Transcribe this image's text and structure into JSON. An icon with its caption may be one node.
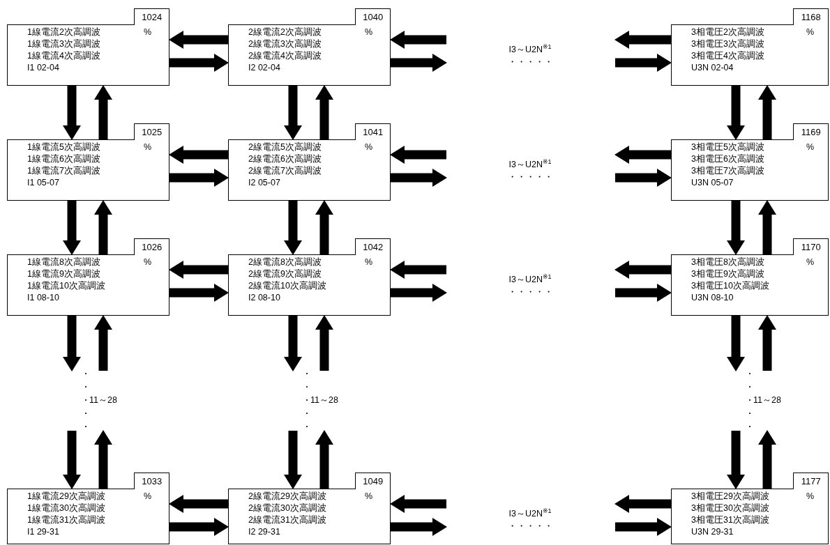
{
  "diagram": {
    "nodes": [
      {
        "text": [
          "1024",
          "1線電流2次高調波",
          "%",
          "1線電流3次高調波",
          "1線電流4次高調波",
          "I1 02-04"
        ]
      },
      {
        "text": [
          "1040",
          "2線電流2次高調波",
          "%",
          "2線電流3次高調波",
          "2線電流4次高調波",
          "I2 02-04"
        ]
      },
      {
        "text": [
          "I3～U2N$^{※1}$",
          "・・・・・"
        ]
      },
      {
        "text": [
          "1168",
          "3相電圧2次高調波",
          "%",
          "3相電圧3次高調波",
          "3相電圧4次高調波",
          "U3N 02-04"
        ]
      },
      {
        "text": [
          "1025",
          "1線電流5次高調波",
          "%",
          "1線電流6次高調波",
          "1線電流7次高調波",
          "I1 05-07"
        ]
      },
      {
        "text": [
          "1041",
          "2線電流5次高調波",
          "%",
          "2線電流6次高調波",
          "2線電流7次高調波",
          "I2 05-07"
        ]
      },
      {
        "text": [
          "I3～U2N$^{※1}$",
          "・・・・・"
        ]
      },
      {
        "text": [
          "1169",
          "3相電圧5次高調波",
          "%",
          "3相電圧6次高調波",
          "3相電圧7次高調波",
          "U3N 05-07"
        ]
      },
      {
        "text": [
          "1026",
          "1線電流8次高調波",
          "%",
          "1線電流9次高調波",
          "1線電流10次高調波",
          "I1 08-10"
        ]
      },
      {
        "text": [
          "1042",
          "2線電流8次高調波",
          "%",
          "2線電流9次高調波",
          "2線電流10次高調波",
          "I2 08-10"
        ]
      },
      {
        "text": [
          "I3～U2N$^{※1}$",
          "・・・・・"
        ]
      },
      {
        "text": [
          "1170",
          "3相電圧8次高調波",
          "%",
          "3相電圧9次高調波",
          "3相電圧10次高調波",
          "U3N 08-10"
        ]
      },
      {
        "text": [
          "11～28"
        ]
      },
      {
        "text": [
          "11～28"
        ]
      },
      {
        "text": [
          "11～28"
        ]
      },
      {
        "text": [
          "1033",
          "1線電流29次高調波",
          "%",
          "1線電流30次高調波",
          "1線電流31次高調波",
          "I1 29-31"
        ]
      },
      {
        "text": [
          "1049",
          "2線電流29次高調波",
          "%",
          "2線電流30次高調波",
          "2線電流31次高調波",
          "I2 29-31"
        ]
      },
      {
        "text": [
          "I3～U2N$^{※1}$",
          "・・・・・"
        ]
      },
      {
        "text": [
          "1177",
          "3相電圧29次高調波",
          "%",
          "3相電圧30次高調波",
          "3相電圧31次高調波",
          "U3N 29-31"
        ]
      }
    ],
    "edges": [
      {
        "from": 1,
        "to": 0,
        "arrow": "to"
      },
      {
        "from": 0,
        "to": 1,
        "arrow": "to"
      },
      {
        "from": null,
        "to": 1,
        "arrow": "to"
      },
      {
        "from": 1,
        "to": null,
        "arrow": "to"
      },
      {
        "from": 3,
        "to": null,
        "arrow": "to"
      },
      {
        "from": null,
        "to": 3,
        "arrow": "to"
      },
      {
        "from": 0,
        "to": 4,
        "arrow": "to"
      },
      {
        "from": 4,
        "to": 0,
        "arrow": "to"
      },
      {
        "from": 1,
        "to": 5,
        "arrow": "to"
      },
      {
        "from": 5,
        "to": 1,
        "arrow": "to"
      },
      {
        "from": 3,
        "to": 7,
        "arrow": "to"
      },
      {
        "from": 7,
        "to": 3,
        "arrow": "to"
      },
      {
        "from": 5,
        "to": 4,
        "arrow": "to"
      },
      {
        "from": 4,
        "to": 5,
        "arrow": "to"
      },
      {
        "from": null,
        "to": 5,
        "arrow": "to"
      },
      {
        "from": 5,
        "to": null,
        "arrow": "to"
      },
      {
        "from": 7,
        "to": null,
        "arrow": "to"
      },
      {
        "from": null,
        "to": 7,
        "arrow": "to"
      },
      {
        "from": 4,
        "to": 8,
        "arrow": "to"
      },
      {
        "from": 8,
        "to": 4,
        "arrow": "to"
      },
      {
        "from": 5,
        "to": 9,
        "arrow": "to"
      },
      {
        "from": 9,
        "to": 5,
        "arrow": "to"
      },
      {
        "from": 7,
        "to": 11,
        "arrow": "to"
      },
      {
        "from": 11,
        "to": 7,
        "arrow": "to"
      },
      {
        "from": 9,
        "to": 8,
        "arrow": "to"
      },
      {
        "from": 8,
        "to": 9,
        "arrow": "to"
      },
      {
        "from": null,
        "to": 9,
        "arrow": "to"
      },
      {
        "from": 9,
        "to": null,
        "arrow": "to"
      },
      {
        "from": 11,
        "to": null,
        "arrow": "to"
      },
      {
        "from": null,
        "to": 11,
        "arrow": "to"
      },
      {
        "from": 8,
        "to": 12,
        "arrow": "to"
      },
      {
        "from": 12,
        "to": 8,
        "arrow": "to"
      },
      {
        "from": 9,
        "to": 13,
        "arrow": "to"
      },
      {
        "from": 13,
        "to": 9,
        "arrow": "to"
      },
      {
        "from": 11,
        "to": 14,
        "arrow": "to"
      },
      {
        "from": 14,
        "to": 11,
        "arrow": "to"
      },
      {
        "from": 12,
        "to": 15,
        "arrow": "to"
      },
      {
        "from": 15,
        "to": 12,
        "arrow": "to"
      },
      {
        "from": 13,
        "to": 16,
        "arrow": "to"
      },
      {
        "from": 16,
        "to": 13,
        "arrow": "to"
      },
      {
        "from": 14,
        "to": 18,
        "arrow": "to"
      },
      {
        "from": 18,
        "to": 14,
        "arrow": "to"
      },
      {
        "from": 16,
        "to": 15,
        "arrow": "to"
      },
      {
        "from": 15,
        "to": 16,
        "arrow": "to"
      },
      {
        "from": null,
        "to": 16,
        "arrow": "to"
      },
      {
        "from": 16,
        "to": null,
        "arrow": "to"
      },
      {
        "from": 18,
        "to": null,
        "arrow": "to"
      },
      {
        "from": null,
        "to": 18,
        "arrow": "to"
      }
    ]
  }
}
